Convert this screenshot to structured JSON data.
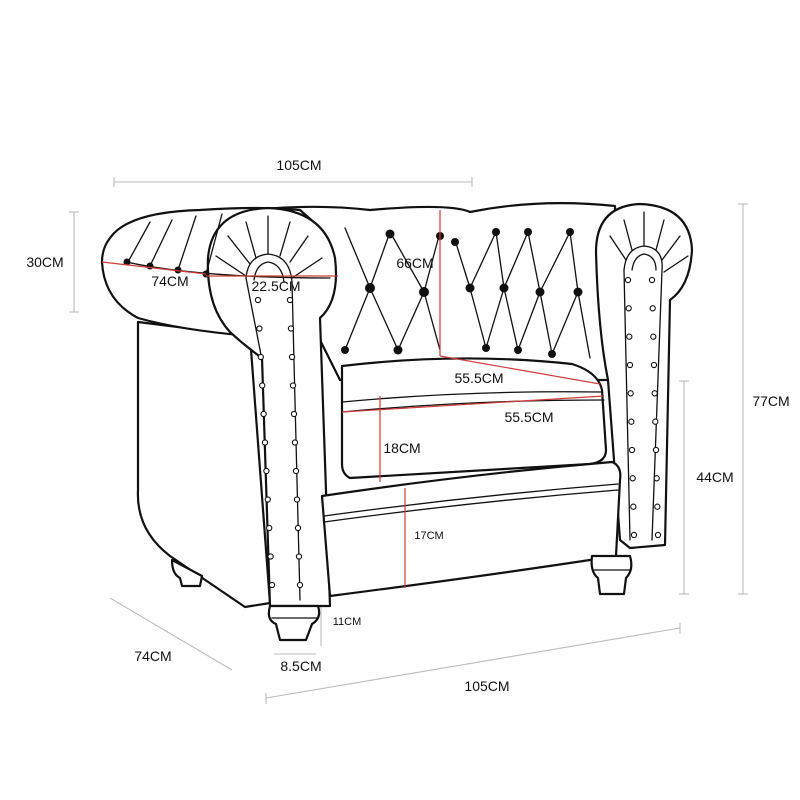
{
  "labels": {
    "top_width": "105CM",
    "back_height": "30CM",
    "arm_depth": "74CM",
    "arm_width": "22.5CM",
    "back_inner_height": "66CM",
    "seat_depth_top": "55.5CM",
    "seat_depth_front": "55.5CM",
    "cushion_height": "18CM",
    "base_height": "17CM",
    "total_height": "77CM",
    "seat_height": "44CM",
    "leg_height": "11CM",
    "leg_width": "8.5CM",
    "bottom_depth": "74CM",
    "bottom_width": "105CM"
  },
  "colors": {
    "outline": "#111111",
    "dimension_line": "#bbbbbb",
    "measure_line": "#d23a3a"
  }
}
